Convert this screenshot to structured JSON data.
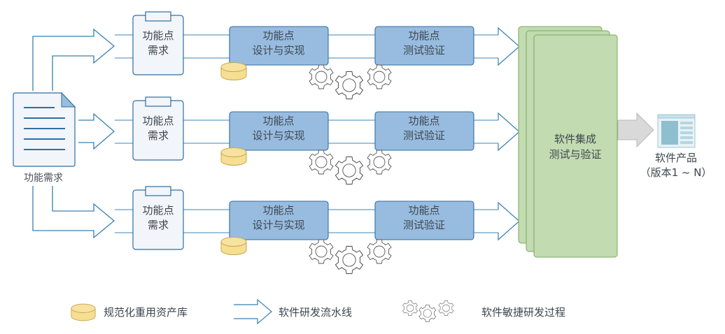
{
  "source_doc": {
    "label": "功能需求"
  },
  "pipelines": [
    {
      "requirement": {
        "line1": "功能点",
        "line2": "需求"
      },
      "design": {
        "line1": "功能点",
        "line2": "设计与实现"
      },
      "test": {
        "line1": "功能点",
        "line2": "测试验证"
      }
    },
    {
      "requirement": {
        "line1": "功能点",
        "line2": "需求"
      },
      "design": {
        "line1": "功能点",
        "line2": "设计与实现"
      },
      "test": {
        "line1": "功能点",
        "line2": "测试验证"
      }
    },
    {
      "requirement": {
        "line1": "功能点",
        "line2": "需求"
      },
      "design": {
        "line1": "功能点",
        "line2": "设计与实现"
      },
      "test": {
        "line1": "功能点",
        "line2": "测试验证"
      }
    }
  ],
  "integration": {
    "line1": "软件集成",
    "line2": "测试与验证"
  },
  "product": {
    "line1": "软件产品",
    "line2": "（版本1 ~ N）"
  },
  "legend": [
    {
      "icon": "database-icon",
      "label": "规范化重用资产库"
    },
    {
      "icon": "hollow-arrow-icon",
      "label": "软件研发流水线"
    },
    {
      "icon": "gears-icon",
      "label": "软件敏捷研发过程"
    }
  ],
  "colors": {
    "pipeline_stroke": "#3a7fb0",
    "pipeline_line": "#7fadd0",
    "requirement_fill": "#f2f5f9",
    "stage_fill": "#98bcdf",
    "stage_stroke": "#2f6ea3",
    "integration_fill": "#c2dbb0",
    "integration_stroke": "#7aaa62",
    "database_fill": "#f6de93",
    "database_stroke": "#c8a94f",
    "product_arrow": "#d9d9d9",
    "gear_stroke": "#555555",
    "text": "#3d4650"
  }
}
